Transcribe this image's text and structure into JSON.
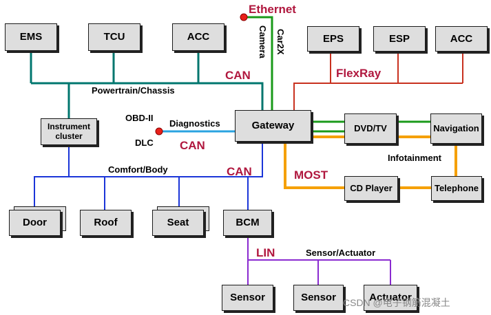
{
  "nodes": {
    "ems": "EMS",
    "tcu": "TCU",
    "acc1": "ACC",
    "eps": "EPS",
    "esp": "ESP",
    "acc2": "ACC",
    "instrument": "Instrument cluster",
    "gateway": "Gateway",
    "dvd": "DVD/TV",
    "navigation": "Navigation",
    "cd": "CD Player",
    "telephone": "Telephone",
    "door": "Door",
    "roof": "Roof",
    "seat": "Seat",
    "bcm": "BCM",
    "sensor1": "Sensor",
    "sensor2": "Sensor",
    "actuator": "Actuator"
  },
  "labels": {
    "ethernet": "Ethernet",
    "camera": "Camera",
    "car2x": "Car2X",
    "can_top": "CAN",
    "powertrain": "Powertrain/Chassis",
    "flexray": "FlexRay",
    "obd": "OBD-II",
    "dlc": "DLC",
    "diagnostics": "Diagnostics",
    "can_diag": "CAN",
    "infotainment": "Infotainment",
    "most": "MOST",
    "comfort": "Comfort/Body",
    "can_comfort": "CAN",
    "lin": "LIN",
    "sensor_actuator": "Sensor/Actuator"
  },
  "watermark": "CSDN @电子钢筋混凝土",
  "colors": {
    "can_powertrain": "#00766e",
    "ethernet": "#1a9a1a",
    "flexray": "#c8301e",
    "diagnostics": "#2aa3e0",
    "most": "#f5a000",
    "comfort": "#1a35d8",
    "lin": "#8a2ad0",
    "label_red": "#b0173e"
  }
}
